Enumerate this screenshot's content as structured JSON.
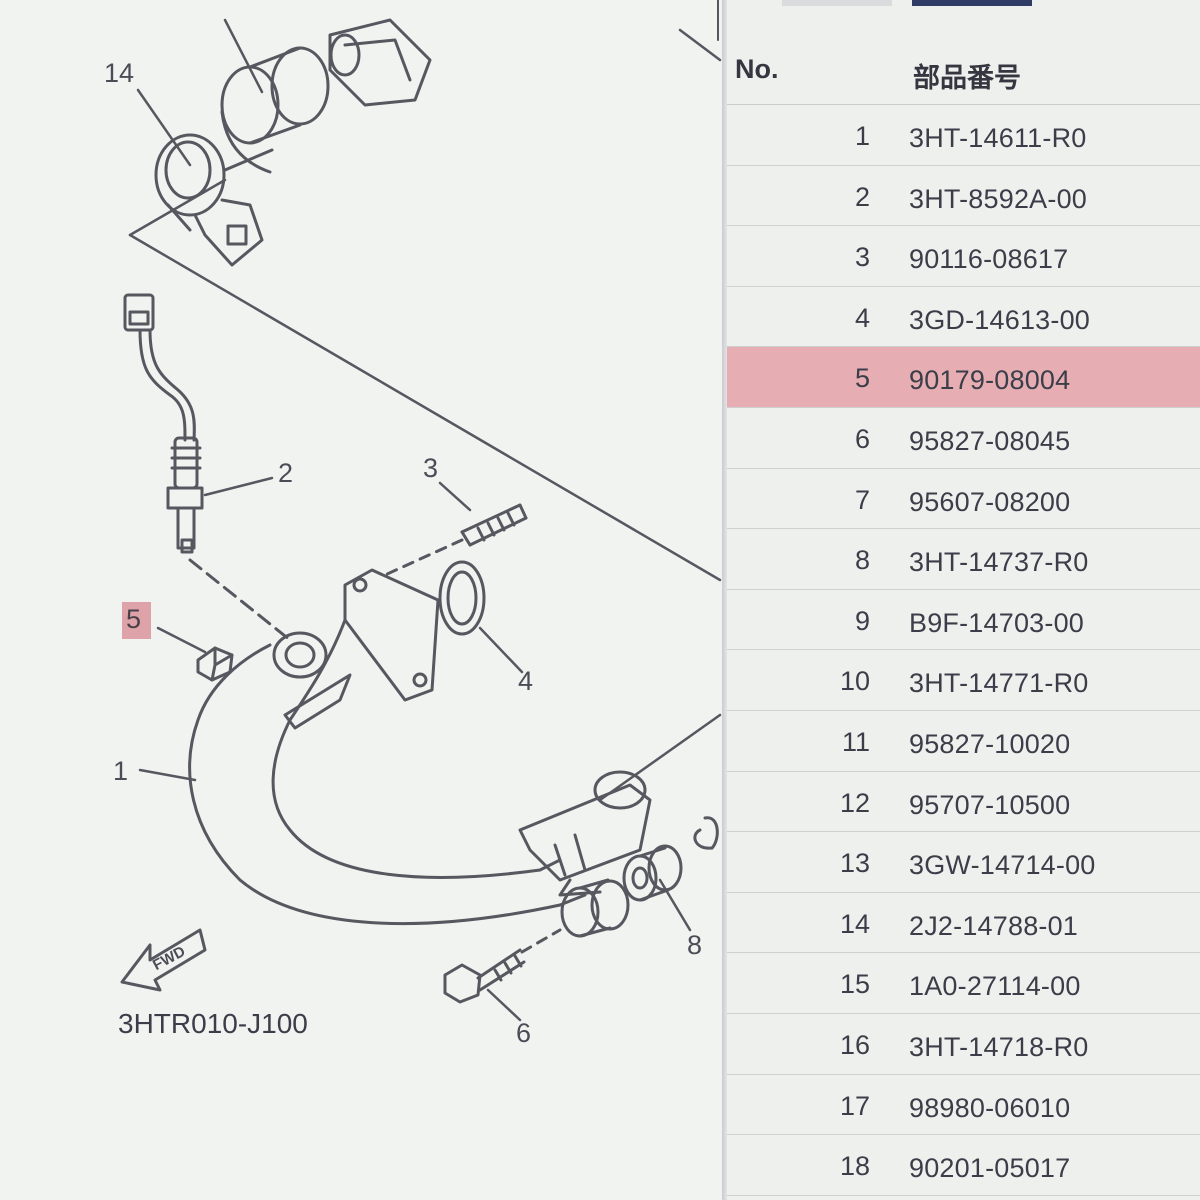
{
  "diagram": {
    "code": "3HTR010-J100",
    "fwd_label": "FWD",
    "callouts": [
      {
        "id": "14",
        "label": "14"
      },
      {
        "id": "2",
        "label": "2"
      },
      {
        "id": "3",
        "label": "3"
      },
      {
        "id": "5",
        "label": "5",
        "highlighted": true
      },
      {
        "id": "4",
        "label": "4"
      },
      {
        "id": "1",
        "label": "1"
      },
      {
        "id": "8",
        "label": "8"
      },
      {
        "id": "6",
        "label": "6"
      }
    ]
  },
  "table": {
    "headers": {
      "no": "No.",
      "part_number": "部品番号"
    },
    "highlight_color": "#e6aeb3",
    "rows": [
      {
        "no": "1",
        "part_number": "3HT-14611-R0"
      },
      {
        "no": "2",
        "part_number": "3HT-8592A-00"
      },
      {
        "no": "3",
        "part_number": "90116-08617"
      },
      {
        "no": "4",
        "part_number": "3GD-14613-00"
      },
      {
        "no": "5",
        "part_number": "90179-08004",
        "highlighted": true
      },
      {
        "no": "6",
        "part_number": "95827-08045"
      },
      {
        "no": "7",
        "part_number": "95607-08200"
      },
      {
        "no": "8",
        "part_number": "3HT-14737-R0"
      },
      {
        "no": "9",
        "part_number": "B9F-14703-00"
      },
      {
        "no": "10",
        "part_number": "3HT-14771-R0"
      },
      {
        "no": "11",
        "part_number": "95827-10020"
      },
      {
        "no": "12",
        "part_number": "95707-10500"
      },
      {
        "no": "13",
        "part_number": "3GW-14714-00"
      },
      {
        "no": "14",
        "part_number": "2J2-14788-01"
      },
      {
        "no": "15",
        "part_number": "1A0-27114-00"
      },
      {
        "no": "16",
        "part_number": "3HT-14718-R0"
      },
      {
        "no": "17",
        "part_number": "98980-06010"
      },
      {
        "no": "18",
        "part_number": "90201-05017"
      }
    ]
  }
}
